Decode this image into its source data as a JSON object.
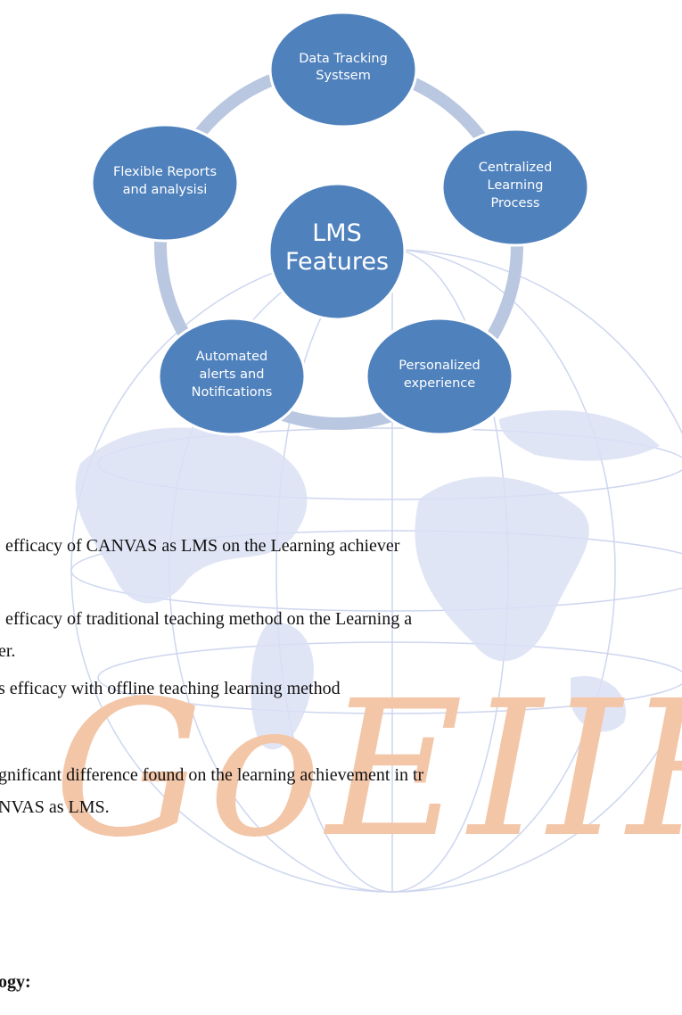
{
  "diagram": {
    "center": [
      "LMS",
      "Features"
    ],
    "nodes": [
      {
        "lines": [
          "Data Tracking",
          "Systsem"
        ]
      },
      {
        "lines": [
          "Centralized",
          "Learning",
          "Process"
        ]
      },
      {
        "lines": [
          "Personalized",
          "experience"
        ]
      },
      {
        "lines": [
          "Automated",
          "alerts and",
          "Notifications"
        ]
      },
      {
        "lines": [
          "Flexible Reports",
          "and analysisi"
        ]
      }
    ],
    "colors": {
      "node": "#4f81bd",
      "node_stroke": "#ffffff",
      "ring": "#b9c7e0"
    }
  },
  "watermark": {
    "text": "GoEIIR",
    "colors": {
      "globe": "#c9d2ee",
      "letters": "#f3c6a8"
    }
  },
  "body_lines": [
    {
      "text": "efficacy of CANVAS as LMS on the Learning achiever",
      "bold": false
    },
    {
      "text": "efficacy of traditional teaching method on the Learning a",
      "bold": false
    },
    {
      "text": "er.",
      "bold": false
    },
    {
      "text": "s efficacy with offline teaching learning method",
      "bold": false
    },
    {
      "text": "gnificant difference found on the learning achievement in tr",
      "bold": false
    },
    {
      "text": "NVAS as LMS.",
      "bold": false
    },
    {
      "text": "ogy:",
      "bold": true
    }
  ]
}
